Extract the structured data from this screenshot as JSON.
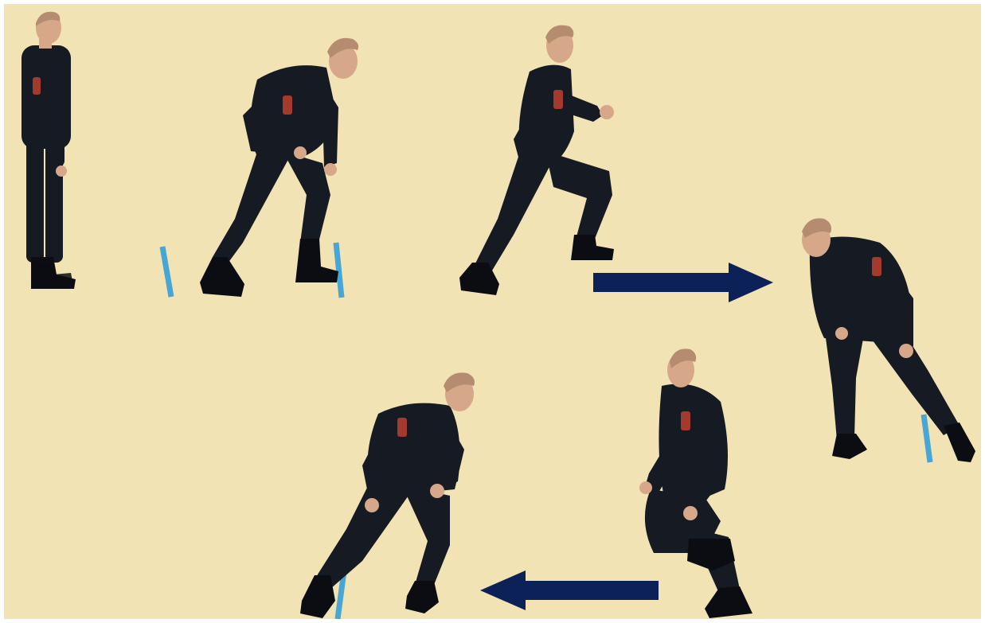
{
  "image": {
    "alt": "",
    "background_color": "#F1E3B4",
    "uniform_color": "#161A22",
    "skin_color": "#D6A788",
    "hair_color": "#B58C70",
    "shoe_color": "#0B0D12",
    "marker_color": "#47A6D3",
    "arrow_color": "#0B2157",
    "patch_color": "#A23A2E"
  },
  "figures": [
    {
      "id": "figure-1",
      "pose": "standing-attention",
      "facing": "right"
    },
    {
      "id": "figure-2",
      "pose": "ready-stance",
      "facing": "right"
    },
    {
      "id": "figure-3",
      "pose": "running",
      "facing": "right"
    },
    {
      "id": "figure-4",
      "pose": "ready-stance",
      "facing": "left"
    },
    {
      "id": "figure-5",
      "pose": "ready-stance",
      "facing": "right"
    },
    {
      "id": "figure-6",
      "pose": "turning-crouch",
      "facing": "left"
    }
  ],
  "arrows": [
    {
      "id": "arrow-right",
      "direction": "right"
    },
    {
      "id": "arrow-left",
      "direction": "left"
    }
  ],
  "markers": [
    {
      "id": "line-marker-1"
    },
    {
      "id": "line-marker-2"
    },
    {
      "id": "line-marker-3"
    },
    {
      "id": "line-marker-4"
    }
  ]
}
